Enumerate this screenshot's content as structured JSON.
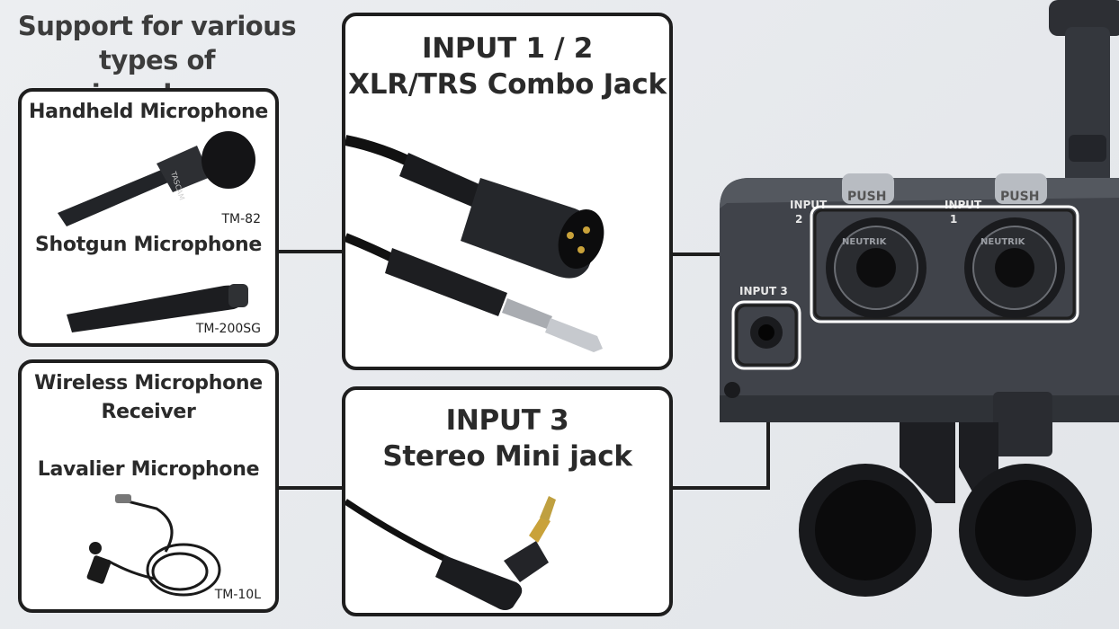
{
  "heading": {
    "line1": "Support for various",
    "line2": "types of microphones"
  },
  "mic_box_1": {
    "handheld_label": "Handheld Microphone",
    "handheld_model": "TM-82",
    "mic_brand": "TASCAM",
    "shotgun_label": "Shotgun Microphone",
    "shotgun_model": "TM-200SG"
  },
  "mic_box_2": {
    "wireless_line1": "Wireless Microphone",
    "wireless_line2": "Receiver",
    "lavalier_label": "Lavalier Microphone",
    "lavalier_model": "TM-10L"
  },
  "input_12": {
    "line1": "INPUT 1 / 2",
    "line2": "XLR/TRS Combo Jack"
  },
  "input_3": {
    "line1": "INPUT 3",
    "line2": "Stereo Mini jack"
  },
  "device": {
    "input2_a": "INPUT",
    "input2_b": "2",
    "input1_a": "INPUT",
    "input1_b": "1",
    "push": "PUSH",
    "neutrik": "NEUTRIK",
    "input3": "INPUT 3"
  },
  "colors": {
    "border": "#1e1e1e",
    "background": "#e6e8ec",
    "device": "#3a3d44",
    "highlight": "#ffffff"
  }
}
